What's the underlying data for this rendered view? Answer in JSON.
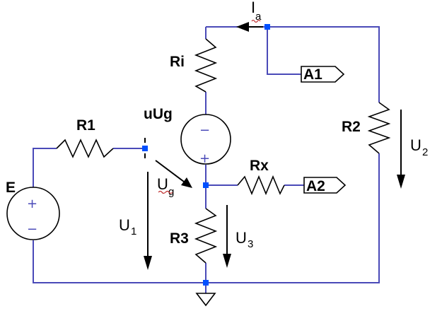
{
  "labels": {
    "e": "E",
    "r1": "R1",
    "ri": "Ri",
    "uug": "uUg",
    "r2": "R2",
    "rx": "Rx",
    "r3": "R3",
    "a1": "A1",
    "a2": "A2"
  },
  "quantities": {
    "ia_main": "I",
    "ia_sub": "a",
    "ug_main": "U",
    "ug_sub": "g",
    "u1_main": "U",
    "u1_sub": "1",
    "u2_main": "U",
    "u2_sub": "2",
    "u3_main": "U",
    "u3_sub": "3"
  },
  "signs": {
    "plus": "+",
    "minus": "−"
  },
  "colors": {
    "wire": "#4a4ab8",
    "node": "#0050ff",
    "component": "#000000"
  }
}
